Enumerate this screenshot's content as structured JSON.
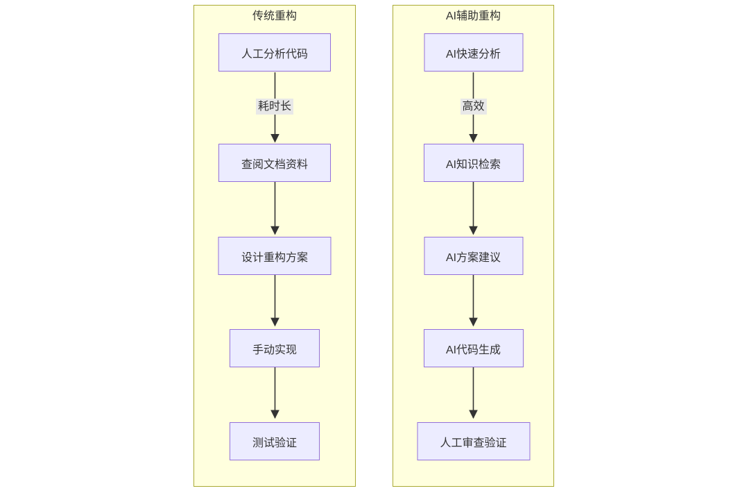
{
  "diagram": {
    "type": "flowchart-comparison",
    "clusters": [
      {
        "title": "传统重构",
        "nodes": [
          {
            "label": "人工分析代码"
          },
          {
            "label": "查阅文档资料"
          },
          {
            "label": "设计重构方案"
          },
          {
            "label": "手动实现"
          },
          {
            "label": "测试验证"
          }
        ],
        "edges": [
          {
            "from": 0,
            "to": 1,
            "label": "耗时长"
          },
          {
            "from": 1,
            "to": 2,
            "label": ""
          },
          {
            "from": 2,
            "to": 3,
            "label": ""
          },
          {
            "from": 3,
            "to": 4,
            "label": ""
          }
        ]
      },
      {
        "title": "AI辅助重构",
        "nodes": [
          {
            "label": "AI快速分析"
          },
          {
            "label": "AI知识检索"
          },
          {
            "label": "AI方案建议"
          },
          {
            "label": "AI代码生成"
          },
          {
            "label": "人工审查验证"
          }
        ],
        "edges": [
          {
            "from": 0,
            "to": 1,
            "label": "高效"
          },
          {
            "from": 1,
            "to": 2,
            "label": ""
          },
          {
            "from": 2,
            "to": 3,
            "label": ""
          },
          {
            "from": 3,
            "to": 4,
            "label": ""
          }
        ]
      }
    ],
    "colors": {
      "cluster_fill": "#ffffde",
      "cluster_border": "#aaaa33",
      "node_fill": "#ececff",
      "node_border": "#9370db",
      "edge": "#333333",
      "edge_label_bg": "#e8e8e8",
      "text": "#333333"
    }
  }
}
